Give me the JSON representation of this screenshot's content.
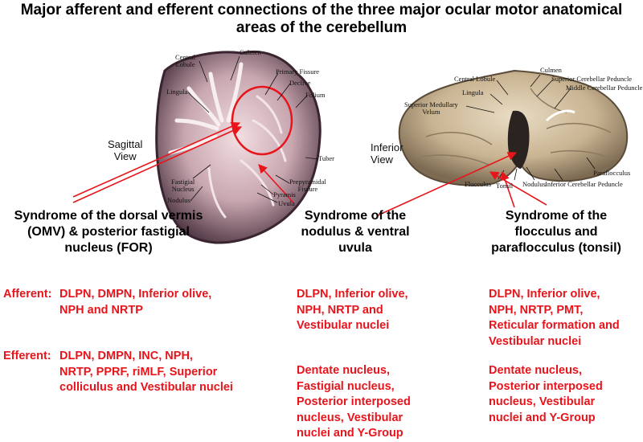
{
  "title": {
    "line1": "Major afferent and efferent connections of the three major ocular motor anatomical",
    "line2": "areas of the cerebellum"
  },
  "colors": {
    "accent_red": "#e8141b",
    "text": "#000000"
  },
  "sagittal": {
    "view_label_1": "Sagittal",
    "view_label_2": "View",
    "labels": {
      "culmen": "Culmen",
      "central_lobule_1": "Central",
      "central_lobule_2": "Lobule",
      "primary_fissure": "Primary Fissure",
      "declive": "Declive",
      "folium": "Folium",
      "lingula": "Lingula",
      "tuber": "Tuber",
      "fastigial_1": "Fastigial",
      "fastigial_2": "Nucleus",
      "nodulus": "Nodulus",
      "prepyramidal_1": "Prepyramidal",
      "prepyramidal_2": "Fissure",
      "pyramis": "Pyramis",
      "uvula": "Uvula"
    }
  },
  "inferior": {
    "view_label_1": "Inferior",
    "view_label_2": "View",
    "labels": {
      "culmen": "Culmen",
      "central_lobule": "Central Lobule",
      "superior_cerebellar_peduncle": "Superior Cerebellar Peduncle",
      "middle_cerebellar_peduncle": "Middle Cerebellar Peduncle",
      "lingula": "Lingula",
      "superior_medullary_1": "Superior Medullary",
      "superior_medullary_2": "Velum",
      "paraflocculus": "Paraflocculus",
      "flocculus": "Flocculus",
      "tonsil": "Tonsil",
      "nodulus": "Nodulus",
      "inferior_cerebellar_peduncle": "Inferior Cerebellar Peduncle"
    }
  },
  "syndromes": [
    {
      "lines": [
        "Syndrome of the dorsal vermis",
        "(OMV) & posterior fastigial",
        "nucleus (FOR)"
      ]
    },
    {
      "lines": [
        "Syndrome of the",
        "nodulus & ventral",
        "uvula"
      ]
    },
    {
      "lines": [
        "Syndrome of the",
        "flocculus and",
        "paraflocculus (tonsil)"
      ]
    }
  ],
  "connections": {
    "afferent_label": "Afferent:",
    "efferent_label": "Efferent:",
    "dorsal_vermis": {
      "afferent": [
        "DLPN, DMPN, Inferior olive,",
        "NPH and NRTP"
      ],
      "efferent": [
        "DLPN, DMPN, INC, NPH,",
        "NRTP, PPRF, riMLF, Superior",
        "colliculus and Vestibular nuclei"
      ]
    },
    "nodulus": {
      "afferent": [
        "DLPN, Inferior olive,",
        "NPH, NRTP and",
        "Vestibular nuclei"
      ],
      "efferent": [
        "Dentate nucleus,",
        "Fastigial nucleus,",
        "Posterior interposed",
        "nucleus, Vestibular",
        "nuclei and Y-Group"
      ]
    },
    "flocculus": {
      "afferent": [
        "DLPN, Inferior olive,",
        "NPH, NRTP, PMT,",
        "Reticular formation and",
        "Vestibular nuclei"
      ],
      "efferent": [
        "Dentate nucleus,",
        "Posterior interposed",
        "nucleus, Vestibular",
        "nuclei and Y-Group"
      ]
    }
  }
}
